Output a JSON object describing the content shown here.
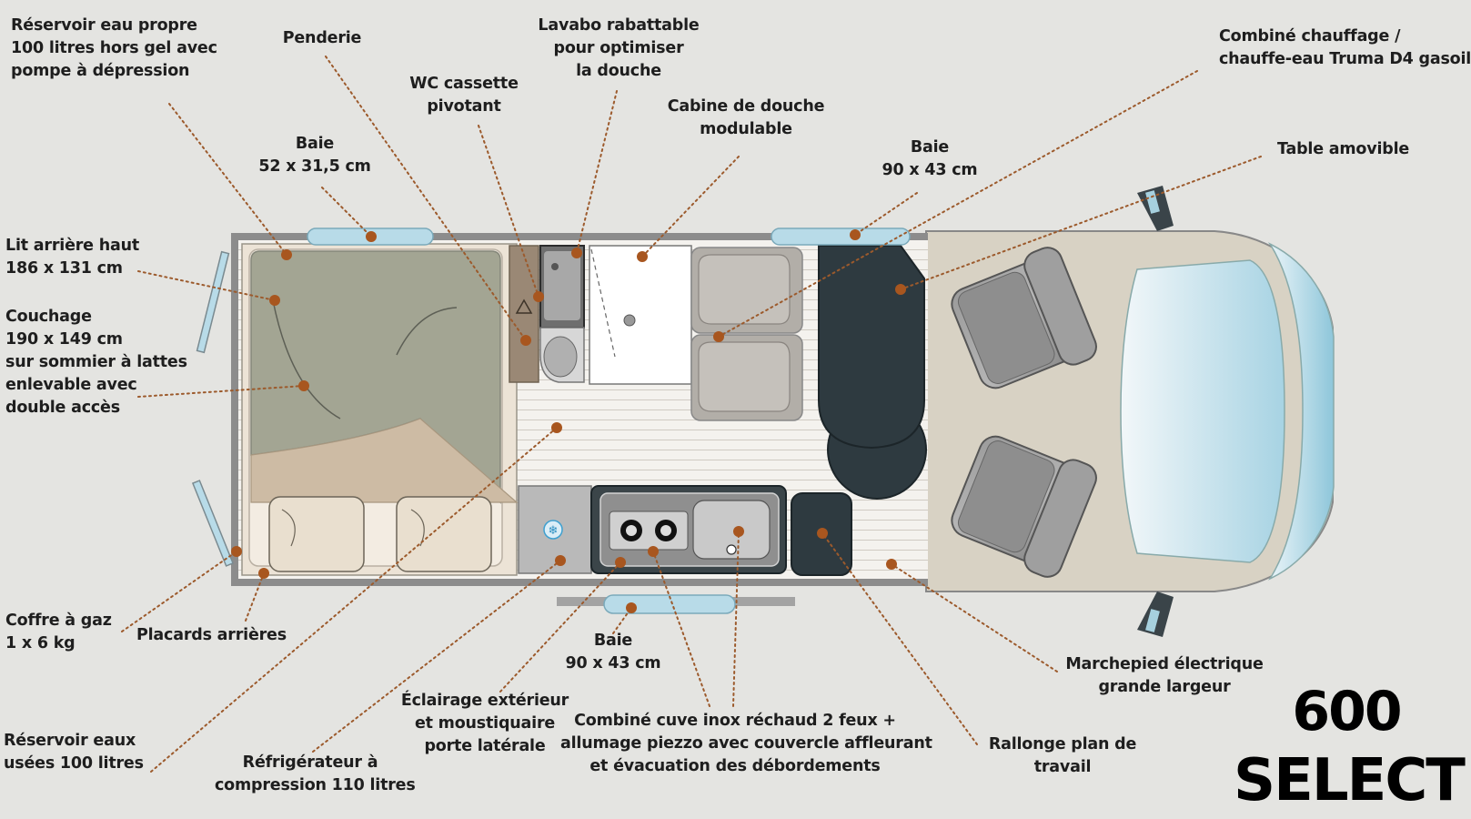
{
  "model": {
    "line1": "600",
    "line2": "SELECT"
  },
  "labels": {
    "reservoir_propre": [
      "Réservoir eau propre",
      "100 litres hors gel avec",
      "pompe à dépression"
    ],
    "penderie": [
      "Penderie"
    ],
    "lavabo": [
      "Lavabo rabattable",
      "pour optimiser",
      "la douche"
    ],
    "wc": [
      "WC cassette",
      "pivotant"
    ],
    "cabine": [
      "Cabine de douche",
      "modulable"
    ],
    "combine_chauffage": [
      "Combiné chauffage /",
      "chauffe-eau Truma D4 gasoil"
    ],
    "baie_52": [
      "Baie",
      "52 x 31,5 cm"
    ],
    "baie_90_top": [
      "Baie",
      "90 x 43 cm"
    ],
    "table": [
      "Table amovible"
    ],
    "lit": [
      "Lit arrière haut",
      "186 x 131 cm"
    ],
    "couchage": [
      "Couchage",
      "190 x 149 cm",
      "sur sommier à lattes",
      "enlevable avec",
      "double accès"
    ],
    "coffre_gaz": [
      "Coffre à gaz",
      "1 x 6 kg"
    ],
    "placards": [
      "Placards arrières"
    ],
    "baie_90_bottom": [
      "Baie",
      "90 x 43 cm"
    ],
    "eclairage": [
      "Éclairage extérieur",
      "et moustiquaire",
      "porte latérale"
    ],
    "combine_cuve": [
      "Combiné cuve inox réchaud 2 feux +",
      "allumage piezzo avec couvercle affleurant",
      "et évacuation des débordements"
    ],
    "marchepied": [
      "Marchepied électrique",
      "grande largeur"
    ],
    "rallonge": [
      "Rallonge plan de",
      "travail"
    ],
    "reservoir_usees": [
      "Réservoir eaux",
      "usées 100 litres"
    ],
    "refrigerateur": [
      "Réfrigérateur à",
      "compression 110 litres"
    ]
  },
  "colors": {
    "background": "#e4e4e1",
    "leader": "#9c5a2c",
    "dot": "#a8561f",
    "bed": "#a3a593",
    "floor": "#f4f2ee",
    "cab": "#d8d2c4",
    "dark_furniture": "#2e3a40",
    "glass": "#b8dbe8"
  }
}
